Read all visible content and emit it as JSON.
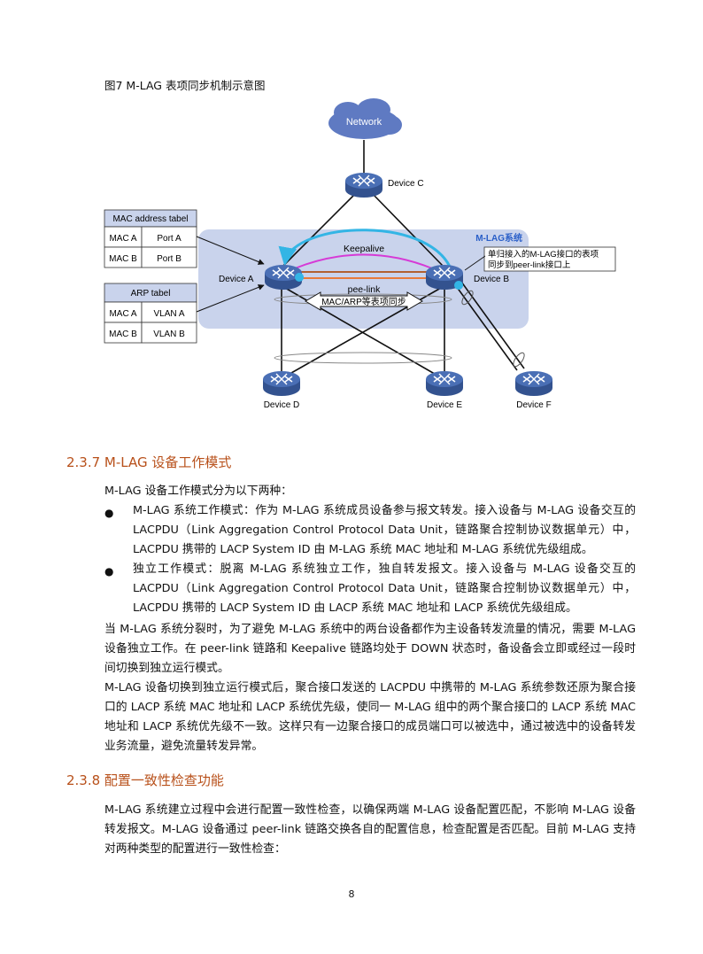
{
  "figure": {
    "caption": "图7 M-LAG 表项同步机制示意图",
    "network_label": "Network",
    "mlag_system_label": "M-LAG系统",
    "keepalive_label": "Keepalive",
    "peer_link_label": "pee-link",
    "sync_label": "MAC/ARP等表项同步",
    "callout_line1": "单归接入的M-LAG接口的表项",
    "callout_line2": "同步到peer-link接口上",
    "devices": {
      "a": "Device A",
      "b": "Device B",
      "c": "Device C",
      "d": "Device D",
      "e": "Device E",
      "f": "Device F"
    },
    "mac_table": {
      "title": "MAC address tabel",
      "rows": [
        [
          "MAC A",
          "Port A"
        ],
        [
          "MAC B",
          "Port B"
        ]
      ]
    },
    "arp_table": {
      "title": "ARP tabel",
      "rows": [
        [
          "MAC A",
          "VLAN A"
        ],
        [
          "MAC B",
          "VLAN B"
        ]
      ]
    },
    "colors": {
      "system_bg": "#c9d3ec",
      "device": "#4a6fb5",
      "cloud": "#5f7ac2",
      "keepalive": "#d63ad6",
      "peer_link": "#e87a3a",
      "sync_arrow": "#33b5e5",
      "mlag_title": "#2a5fc8",
      "heading": "#b8501a"
    }
  },
  "section_237": {
    "heading": "2.3.7  M-LAG 设备工作模式",
    "intro": "M-LAG 设备工作模式分为以下两种：",
    "bullets": [
      "M-LAG 系统工作模式：作为 M-LAG 系统成员设备参与报文转发。接入设备与 M-LAG 设备交互的 LACPDU（Link Aggregation Control Protocol Data Unit，链路聚合控制协议数据单元）中，LACPDU 携带的 LACP System ID 由 M-LAG 系统 MAC 地址和 M-LAG 系统优先级组成。",
      "独立工作模式：脱离 M-LAG 系统独立工作，独自转发报文。接入设备与 M-LAG 设备交互的 LACPDU（Link Aggregation Control Protocol Data Unit，链路聚合控制协议数据单元）中，LACPDU 携带的 LACP System ID 由 LACP 系统 MAC 地址和 LACP 系统优先级组成。"
    ],
    "para1": "当 M-LAG 系统分裂时，为了避免 M-LAG 系统中的两台设备都作为主设备转发流量的情况，需要 M-LAG 设备独立工作。在 peer-link 链路和 Keepalive 链路均处于 DOWN 状态时，备设备会立即或经过一段时间切换到独立运行模式。",
    "para2": "M-LAG 设备切换到独立运行模式后，聚合接口发送的 LACPDU 中携带的 M-LAG 系统参数还原为聚合接口的 LACP 系统 MAC 地址和 LACP 系统优先级，使同一 M-LAG 组中的两个聚合接口的 LACP 系统 MAC 地址和 LACP 系统优先级不一致。这样只有一边聚合接口的成员端口可以被选中，通过被选中的设备转发业务流量，避免流量转发异常。"
  },
  "section_238": {
    "heading": "2.3.8  配置一致性检查功能",
    "para": "M-LAG 系统建立过程中会进行配置一致性检查，以确保两端 M-LAG 设备配置匹配，不影响 M-LAG 设备转发报文。M-LAG 设备通过 peer-link 链路交换各自的配置信息，检查配置是否匹配。目前 M-LAG 支持对两种类型的配置进行一致性检查："
  },
  "page_number": "8"
}
